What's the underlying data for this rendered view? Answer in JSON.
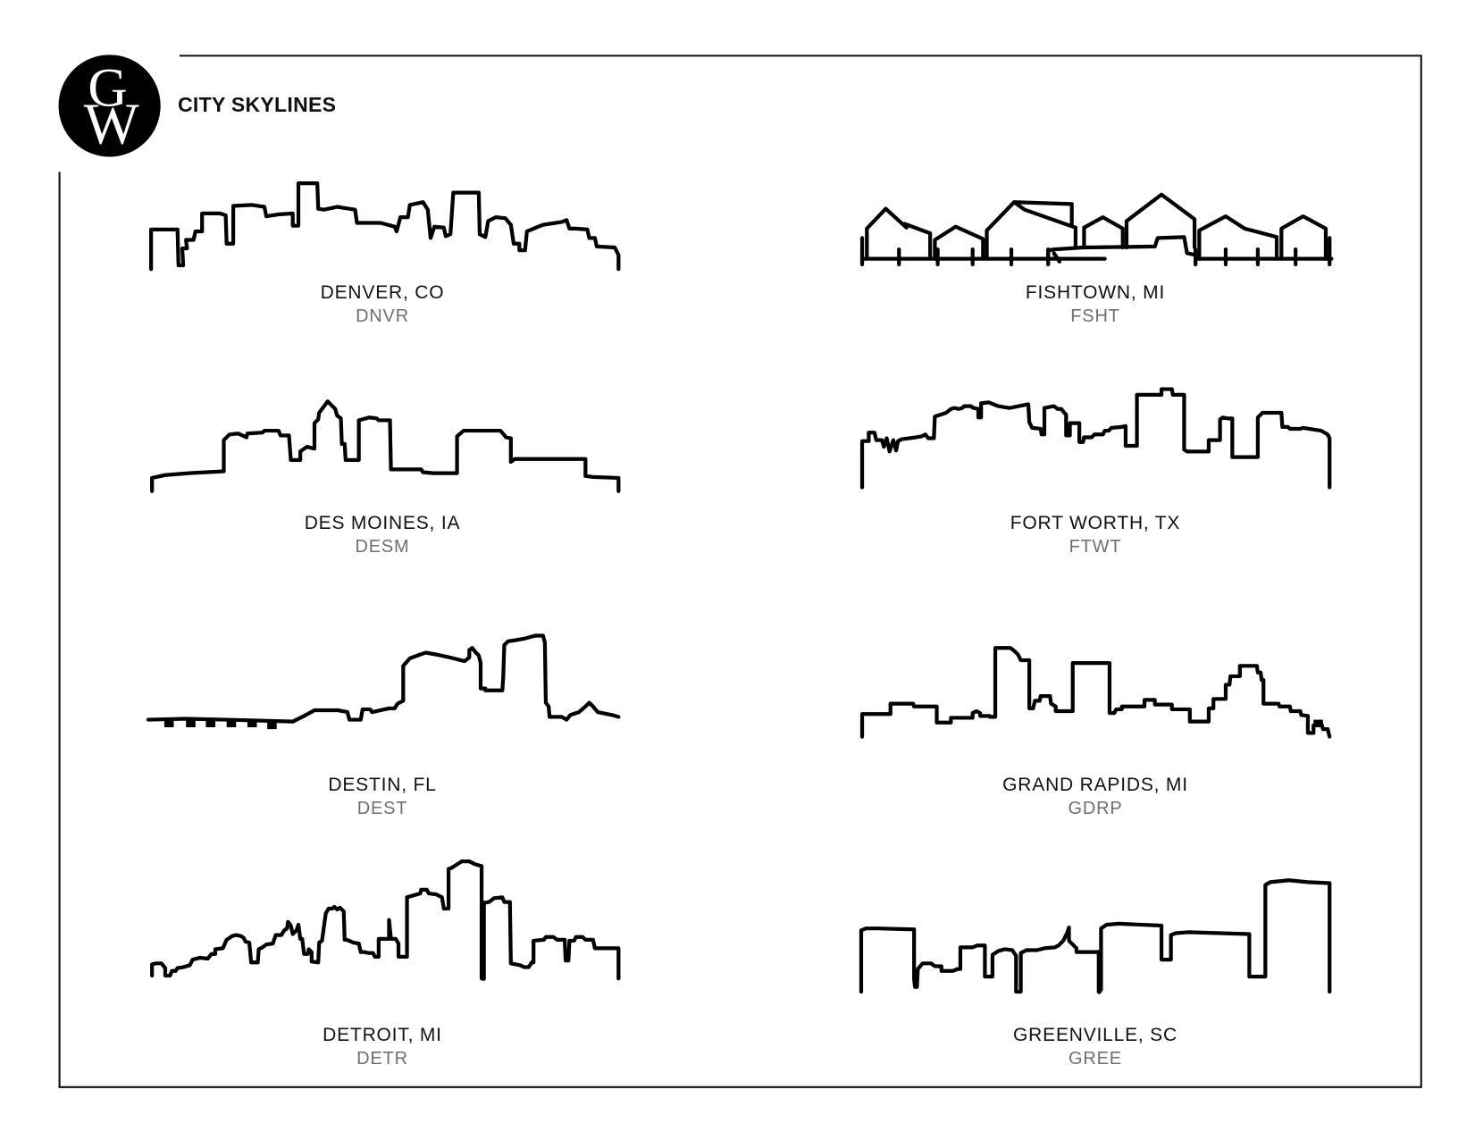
{
  "header": {
    "logo": {
      "icon": "gw-monogram-logo",
      "letters": [
        "G",
        "W"
      ],
      "fill": "#000000",
      "letter_color": "#ffffff"
    },
    "title": "CITY SKYLINES"
  },
  "colors": {
    "line": "#000000",
    "city_text": "#111111",
    "code_text": "#6f6f6f",
    "background": "#ffffff"
  },
  "skylines": [
    {
      "city": "DENVER, CO",
      "code": "DNVR",
      "column": "left",
      "row": 1
    },
    {
      "city": "FISHTOWN, MI",
      "code": "FSHT",
      "column": "right",
      "row": 1
    },
    {
      "city": "DES MOINES, IA",
      "code": "DESM",
      "column": "left",
      "row": 2
    },
    {
      "city": "FORT WORTH, TX",
      "code": "FTWT",
      "column": "right",
      "row": 2
    },
    {
      "city": "DESTIN, FL",
      "code": "DEST",
      "column": "left",
      "row": 3
    },
    {
      "city": "GRAND RAPIDS, MI",
      "code": "GDRP",
      "column": "right",
      "row": 3
    },
    {
      "city": "DETROIT, MI",
      "code": "DETR",
      "column": "left",
      "row": 4
    },
    {
      "city": "GREENVILLE, SC",
      "code": "GREE",
      "column": "right",
      "row": 4
    }
  ]
}
